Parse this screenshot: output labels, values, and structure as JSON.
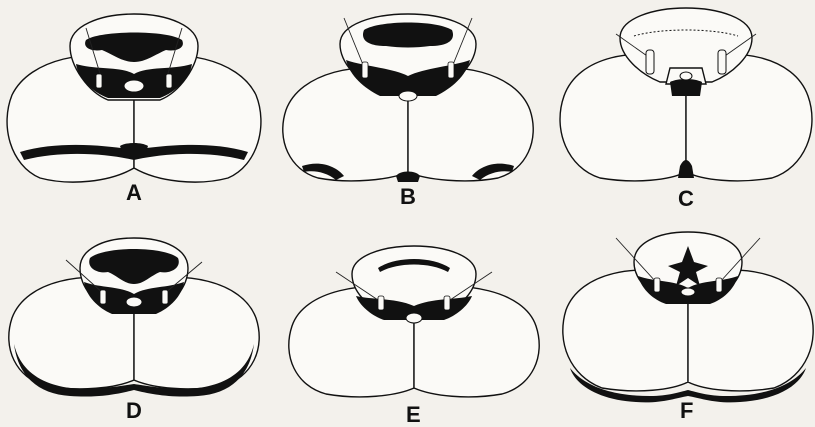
{
  "panels": [
    {
      "id": "A",
      "label": "A"
    },
    {
      "id": "B",
      "label": "B"
    },
    {
      "id": "C",
      "label": "C"
    },
    {
      "id": "D",
      "label": "D"
    },
    {
      "id": "E",
      "label": "E"
    },
    {
      "id": "F",
      "label": "F"
    }
  ],
  "colors": {
    "ink": "#111111",
    "paper": "#f3f1ec"
  }
}
